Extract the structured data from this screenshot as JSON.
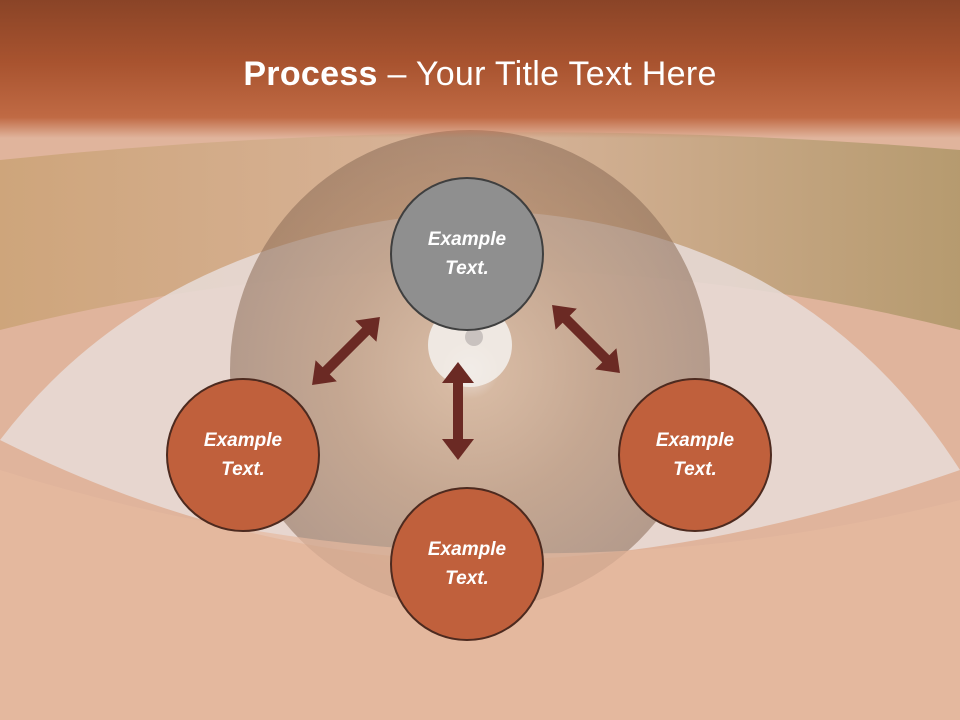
{
  "slide": {
    "title_bold": "Process",
    "title_rest": " – Your Title Text Here"
  },
  "diagram": {
    "center": {
      "label": "Example\nText."
    },
    "left": {
      "label": "Example\nText."
    },
    "bottom": {
      "label": "Example\nText."
    },
    "right": {
      "label": "Example\nText."
    }
  },
  "colors": {
    "center_fill": "#8f8f8f",
    "outer_fill": "#c0603c",
    "arrow": "#6b2a24",
    "title_band": "#a8532f"
  }
}
